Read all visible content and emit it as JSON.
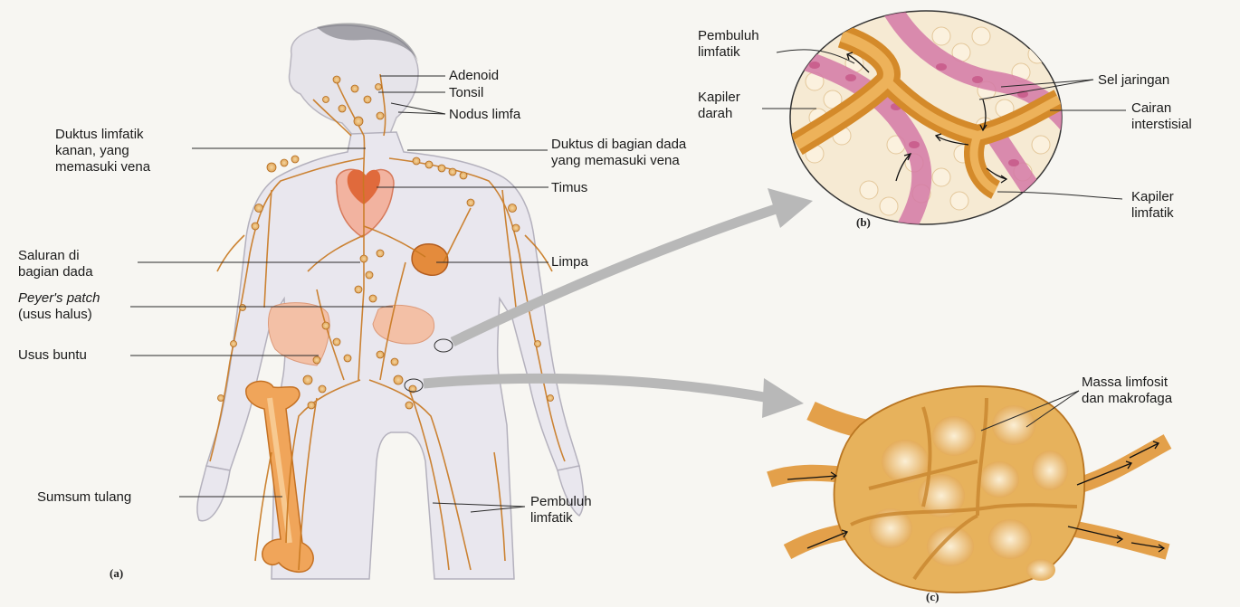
{
  "labels": {
    "adenoid": "Adenoid",
    "tonsil": "Tonsil",
    "nodus_limfa": "Nodus limfa",
    "duktus_kanan": "Duktus limfatik\nkanan, yang\nmemasuki vena",
    "duktus_dada": "Duktus di bagian dada\nyang memasuki vena",
    "timus": "Timus",
    "saluran_dada": "Saluran di\nbagian dada",
    "limpa": "Limpa",
    "peyers_patch": "Peyer's patch",
    "usus_halus": "(usus halus)",
    "usus_buntu": "Usus buntu",
    "sumsum_tulang": "Sumsum tulang",
    "pembuluh_limfatik_a": "Pembuluh\nlimfatik",
    "pembuluh_limfatik_b": "Pembuluh\nlimfatik",
    "kapiler_darah": "Kapiler\ndarah",
    "sel_jaringan": "Sel jaringan",
    "cairan_interstisial": "Cairan\ninterstisial",
    "kapiler_limfatik": "Kapiler\nlimfatik",
    "massa_limfosit": "Massa limfosit\ndan makrofaga"
  },
  "panels": {
    "a": "(a)",
    "b": "(b)",
    "c": "(c)"
  },
  "colors": {
    "lymph_vessel": "#c8781f",
    "node": "#d99a4a",
    "skin": "#e9e7ee",
    "organ": "#e48b5a",
    "blood_capillary": "#d47aa6",
    "tissue_fluid": "#f4e6cc",
    "node_body": "#e7b25c",
    "arrow_gray": "#b8b8b8"
  }
}
